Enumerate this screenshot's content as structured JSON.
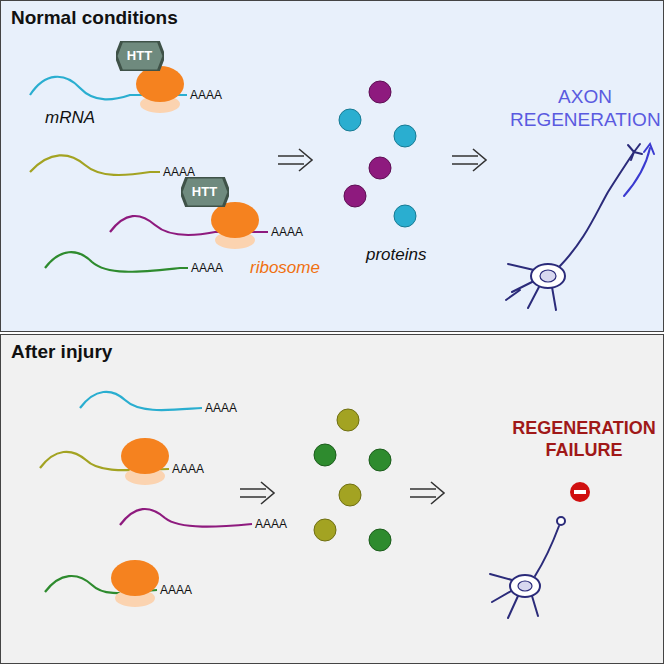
{
  "diagram": {
    "nodes": [
      {
        "text": [
          "Normal conditions"
        ]
      },
      {
        "text": [
          "HTT"
        ],
        "in": 0
      },
      {
        "text": [
          "HTT"
        ],
        "in": 0
      },
      {
        "text": [
          "After injury"
        ]
      }
    ],
    "labels": [
      "mRNA",
      "AAAA",
      "AAAA",
      "AAAA",
      "AAAA",
      "ribosome",
      "proteins",
      "AXON REGENERATION",
      "AAAA",
      "AAAA",
      "AAAA",
      "AAAA",
      "REGENERATION FAILURE"
    ]
  }
}
